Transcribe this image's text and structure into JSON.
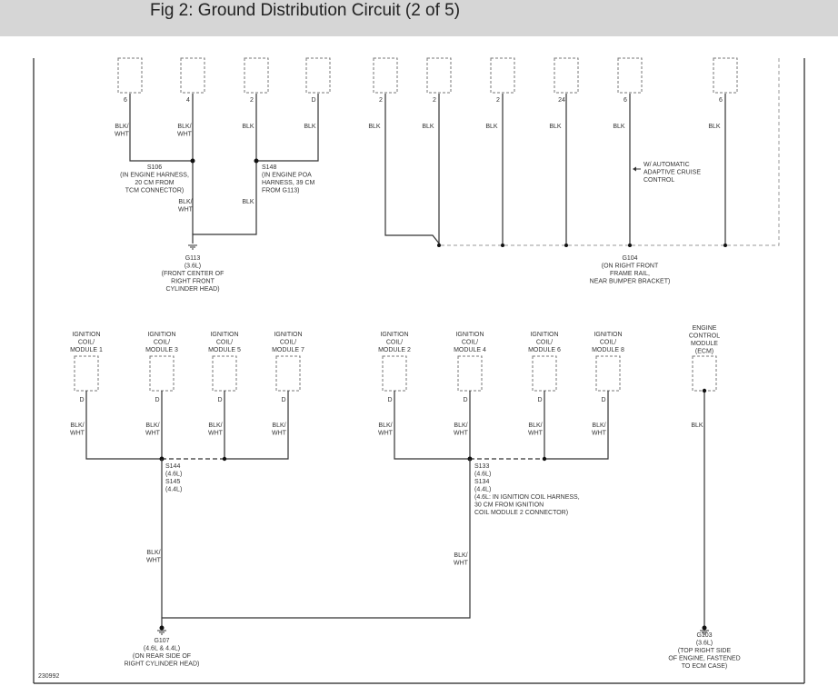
{
  "header": {
    "title": "Fig 2: Ground Distribution Circuit (2 of 5)"
  },
  "figure_id": "230992",
  "top_connectors": [
    {
      "pin": "6",
      "wire": [
        "BLK/",
        "WHT"
      ]
    },
    {
      "pin": "4",
      "wire": [
        "BLK/",
        "WHT"
      ]
    },
    {
      "pin": "2",
      "wire": [
        "BLK"
      ]
    },
    {
      "pin": "D",
      "wire": [
        "BLK"
      ]
    },
    {
      "pin": "2",
      "wire": [
        "BLK"
      ]
    },
    {
      "pin": "2",
      "wire": [
        "BLK"
      ]
    },
    {
      "pin": "2",
      "wire": [
        "BLK"
      ]
    },
    {
      "pin": "24",
      "wire": [
        "BLK"
      ]
    },
    {
      "pin": "6",
      "wire": [
        "BLK"
      ]
    },
    {
      "pin": "6",
      "wire": [
        "BLK"
      ]
    }
  ],
  "splices": {
    "s106": [
      "S106",
      "(IN ENGINE HARNESS,",
      "20 CM FROM",
      "TCM CONNECTOR)"
    ],
    "s148": [
      "S148",
      "(IN ENGINE POA",
      "HARNESS, 39 CM",
      "FROM G113)"
    ],
    "s144": [
      "S144",
      "(4.6L)",
      "S145",
      "(4.4L)"
    ],
    "s133": [
      "S133",
      "(4.6L)",
      "S134",
      "(4.4L)",
      "(4.6L: IN IGNITION COIL HARNESS,",
      "30 CM FROM IGNITION",
      "COIL MODULE 2 CONNECTOR)"
    ]
  },
  "s106_lower_wire": [
    "BLK/",
    "WHT"
  ],
  "s148_lower_wire": [
    "BLK"
  ],
  "grounds": {
    "g113": [
      "G113",
      "(3.6L)",
      "(FRONT CENTER OF",
      "RIGHT FRONT",
      "CYLINDER HEAD)"
    ],
    "g104": [
      "G104",
      "(ON RIGHT FRONT",
      "FRAME RAIL,",
      "NEAR BUMPER BRACKET)"
    ],
    "g107": [
      "G107",
      "(4.6L & 4.4L)",
      "(ON REAR SIDE OF",
      "RIGHT CYLINDER HEAD)"
    ],
    "g103": [
      "G103",
      "(3.6L)",
      "(TOP RIGHT SIDE",
      "OF ENGINE, FASTENED",
      "TO ECM CASE)"
    ]
  },
  "acc_note": [
    "W/ AUTOMATIC",
    "ADAPTIVE CRUISE",
    "CONTROL"
  ],
  "coil_modules": [
    {
      "name": [
        "IGNITION",
        "COIL/",
        "MODULE 1"
      ],
      "pin": "D",
      "wire": [
        "BLK/",
        "WHT"
      ]
    },
    {
      "name": [
        "IGNITION",
        "COIL/",
        "MODULE 3"
      ],
      "pin": "D",
      "wire": [
        "BLK/",
        "WHT"
      ]
    },
    {
      "name": [
        "IGNITION",
        "COIL/",
        "MODULE 5"
      ],
      "pin": "D",
      "wire": [
        "BLK/",
        "WHT"
      ]
    },
    {
      "name": [
        "IGNITION",
        "COIL/",
        "MODULE 7"
      ],
      "pin": "D",
      "wire": [
        "BLK/",
        "WHT"
      ]
    },
    {
      "name": [
        "IGNITION",
        "COIL/",
        "MODULE 2"
      ],
      "pin": "D",
      "wire": [
        "BLK/",
        "WHT"
      ]
    },
    {
      "name": [
        "IGNITION",
        "COIL/",
        "MODULE 4"
      ],
      "pin": "D",
      "wire": [
        "BLK/",
        "WHT"
      ]
    },
    {
      "name": [
        "IGNITION",
        "COIL/",
        "MODULE 6"
      ],
      "pin": "D",
      "wire": [
        "BLK/",
        "WHT"
      ]
    },
    {
      "name": [
        "IGNITION",
        "COIL/",
        "MODULE 8"
      ],
      "pin": "D",
      "wire": [
        "BLK/",
        "WHT"
      ]
    }
  ],
  "ecm": {
    "name": [
      "ENGINE",
      "CONTROL",
      "MODULE",
      "(ECM)"
    ],
    "wire": [
      "BLK"
    ]
  },
  "g107_left_wire": [
    "BLK/",
    "WHT"
  ],
  "g107_right_wire": [
    "BLK/",
    "WHT"
  ]
}
